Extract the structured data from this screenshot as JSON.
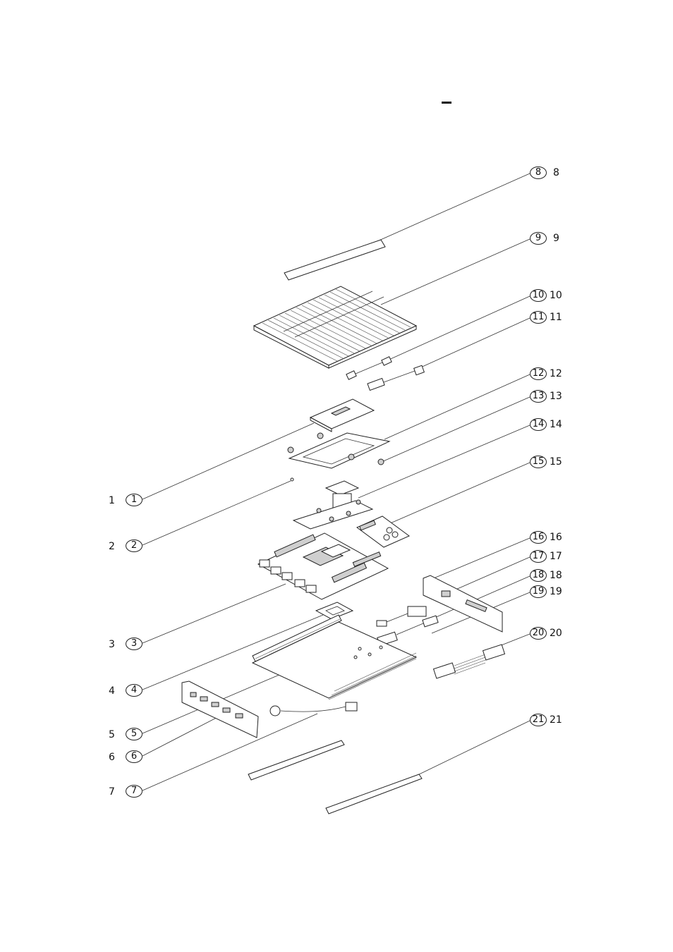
{
  "title_dash": "–",
  "callouts_left": [
    {
      "num": "1",
      "circle": "1"
    },
    {
      "num": "2",
      "circle": "2"
    },
    {
      "num": "3",
      "circle": "3"
    },
    {
      "num": "4",
      "circle": "4"
    },
    {
      "num": "5",
      "circle": "5"
    },
    {
      "num": "6",
      "circle": "6"
    },
    {
      "num": "7",
      "circle": "7"
    }
  ],
  "callouts_right": [
    {
      "num": "8",
      "circle": "8"
    },
    {
      "num": "9",
      "circle": "9"
    },
    {
      "num": "10",
      "circle": "10"
    },
    {
      "num": "11",
      "circle": "11"
    },
    {
      "num": "12",
      "circle": "12"
    },
    {
      "num": "13",
      "circle": "13"
    },
    {
      "num": "14",
      "circle": "14"
    },
    {
      "num": "15",
      "circle": "15"
    },
    {
      "num": "16",
      "circle": "16"
    },
    {
      "num": "17",
      "circle": "17"
    },
    {
      "num": "18",
      "circle": "18"
    },
    {
      "num": "19",
      "circle": "19"
    },
    {
      "num": "20",
      "circle": "20"
    },
    {
      "num": "21",
      "circle": "21"
    }
  ]
}
